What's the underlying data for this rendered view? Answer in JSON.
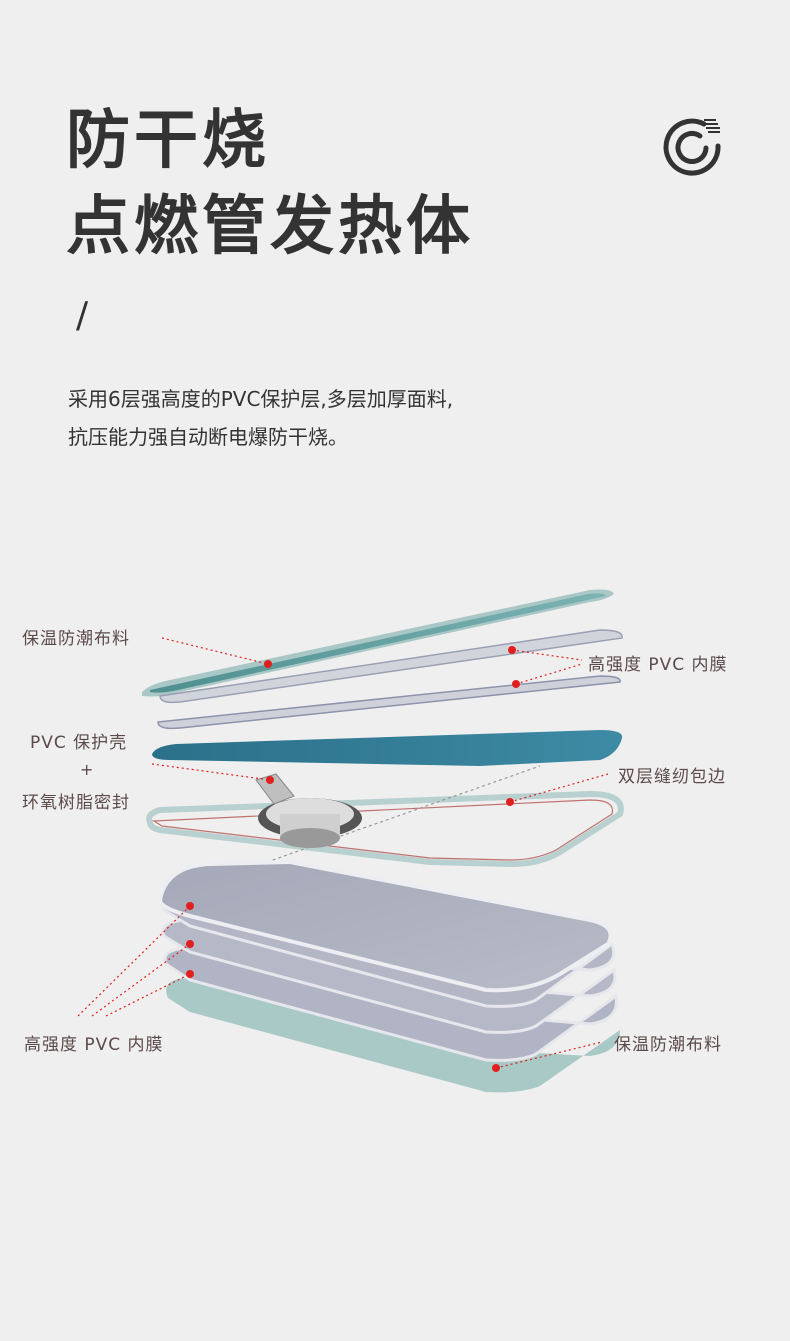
{
  "header": {
    "title_line1": "防干烧",
    "title_line2": "点燃管发热体",
    "separator": "/",
    "desc_line1": "采用6层强高度的PVC保护层,多层加厚面料,",
    "desc_line2": "抗压能力强自动断电爆防干烧。"
  },
  "labels": {
    "top_left_fabric": "保温防潮布料",
    "top_right_pvc": "高强度 PVC 内膜",
    "pvc_shell": "PVC 保护壳",
    "plus": "+",
    "epoxy_seal": "环氧树脂密封",
    "double_stitch": "双层缝纫包边",
    "bottom_left_pvc": "高强度 PVC 内膜",
    "bottom_right_fabric": "保温防潮布料"
  },
  "colors": {
    "title": "#333333",
    "label": "#5b4a4a",
    "marker": "#e0201e",
    "fabric_teal": "#6aa7a9",
    "pvc_shell_blue": "#2f7a93",
    "membrane_gray": "#9ea3b4"
  }
}
